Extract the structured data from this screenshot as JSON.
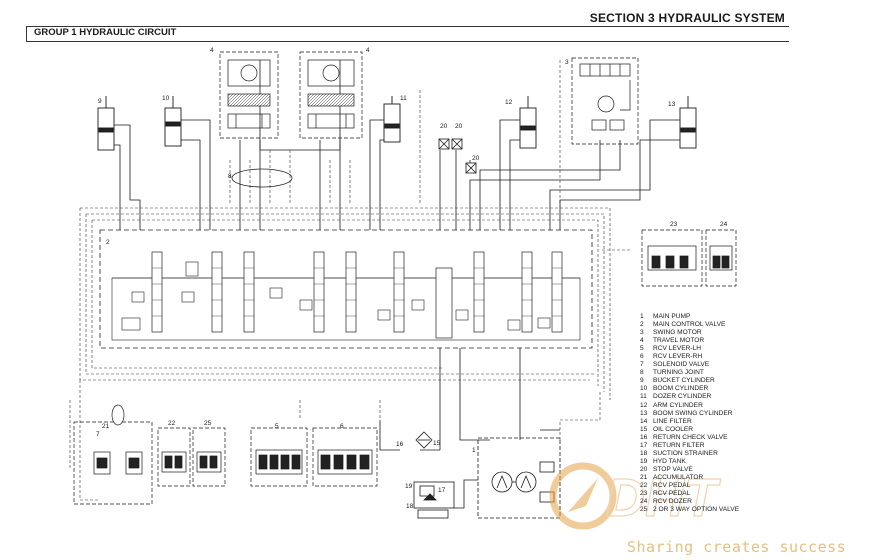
{
  "header": {
    "section_title": "SECTION 3 HYDRAULIC SYSTEM",
    "group_title": "GROUP 1 HYDRAULIC CIRCUIT"
  },
  "callouts": [
    "1",
    "2",
    "3",
    "4",
    "4",
    "6",
    "7",
    "8",
    "9",
    "10",
    "11",
    "12",
    "13",
    "15",
    "16",
    "17",
    "18",
    "19",
    "20",
    "20",
    "20",
    "21",
    "22",
    "23",
    "24",
    "25"
  ],
  "legend": [
    {
      "no": "1",
      "label": "MAIN PUMP"
    },
    {
      "no": "2",
      "label": "MAIN CONTROL VALVE"
    },
    {
      "no": "3",
      "label": "SWING MOTOR"
    },
    {
      "no": "4",
      "label": "TRAVEL MOTOR"
    },
    {
      "no": "5",
      "label": "RCV LEVER-LH"
    },
    {
      "no": "6",
      "label": "RCV LEVER-RH"
    },
    {
      "no": "7",
      "label": "SOLENOID VALVE"
    },
    {
      "no": "8",
      "label": "TURNING JOINT"
    },
    {
      "no": "9",
      "label": "BUCKET CYLINDER"
    },
    {
      "no": "10",
      "label": "BOOM CYLINDER"
    },
    {
      "no": "11",
      "label": "DOZER CYLINDER"
    },
    {
      "no": "12",
      "label": "ARM CYLINDER"
    },
    {
      "no": "13",
      "label": "BOOM SWING CYLINDER"
    },
    {
      "no": "14",
      "label": "LINE FILTER"
    },
    {
      "no": "15",
      "label": "OIL COOLER"
    },
    {
      "no": "16",
      "label": "RETURN CHECK VALVE"
    },
    {
      "no": "17",
      "label": "RETURN FILTER"
    },
    {
      "no": "18",
      "label": "SUCTION STRAINER"
    },
    {
      "no": "19",
      "label": "HYD TANK"
    },
    {
      "no": "20",
      "label": "STOP VALVE"
    },
    {
      "no": "21",
      "label": "ACCUMULATOR"
    },
    {
      "no": "22",
      "label": "RCV PEDAL"
    },
    {
      "no": "23",
      "label": "RCV PEDAL"
    },
    {
      "no": "24",
      "label": "RCV DOZER"
    },
    {
      "no": "25",
      "label": "2 OR 3 WAY OPTION VALVE"
    }
  ],
  "watermark": {
    "tagline": "Sharing creates success",
    "color": "#e6a44a"
  },
  "colors": {
    "line": "#1a1a1a",
    "dash": "#333333",
    "accent": "#e6a44a"
  }
}
